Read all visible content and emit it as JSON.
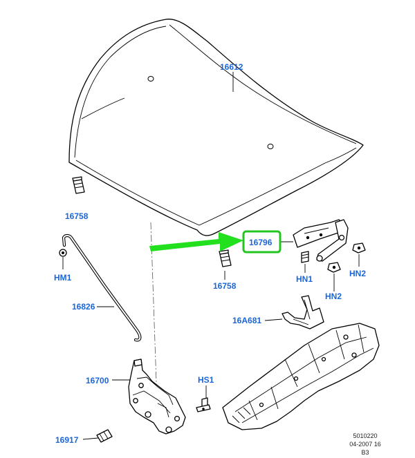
{
  "callouts": {
    "hood": "16612",
    "bumper_upper": "16758",
    "bumper_lower": "16758",
    "hinge": "16796",
    "hinge_nut_right": "HN2",
    "hinge_nut_lower": "HN2",
    "hinge_bolt": "HN1",
    "prop_rod_grommet": "HM1",
    "prop_rod": "16826",
    "bracket": "16A681",
    "latch": "16700",
    "latch_screw": "HS1",
    "latch_cable_end": "16917"
  },
  "footer": {
    "line1": "5010220",
    "line2": "04-2007 16",
    "line3": "B3"
  },
  "colors": {
    "label": "#1a66d9",
    "highlight_border": "#22c41e",
    "arrow": "#22e01e"
  }
}
